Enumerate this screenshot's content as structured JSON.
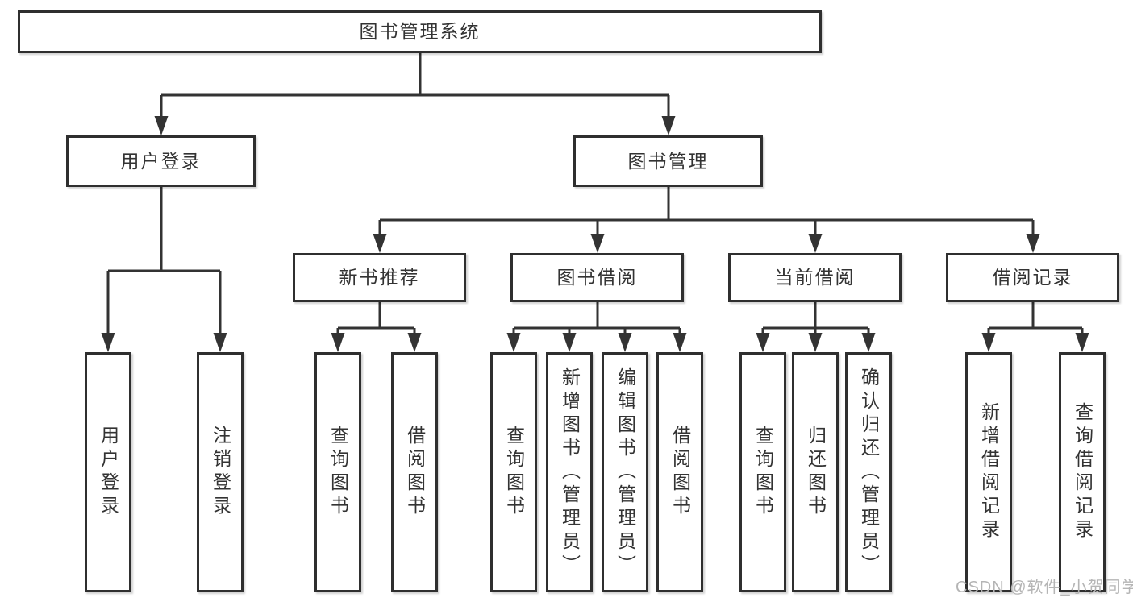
{
  "tree": {
    "label": "图书管理系统",
    "children": [
      {
        "label": "用户登录",
        "children": [
          {
            "label": "用户登录"
          },
          {
            "label": "注销登录"
          }
        ]
      },
      {
        "label": "图书管理",
        "children": [
          {
            "label": "新书推荐",
            "children": [
              {
                "label": "查询图书"
              },
              {
                "label": "借阅图书"
              }
            ]
          },
          {
            "label": "图书借阅",
            "children": [
              {
                "label": "查询图书"
              },
              {
                "label": "新增图书（管理员）"
              },
              {
                "label": "编辑图书（管理员）"
              },
              {
                "label": "借阅图书"
              }
            ]
          },
          {
            "label": "当前借阅",
            "children": [
              {
                "label": "查询图书"
              },
              {
                "label": "归还图书"
              },
              {
                "label": "确认归还（管理员）"
              }
            ]
          },
          {
            "label": "借阅记录",
            "children": [
              {
                "label": "新增借阅记录"
              },
              {
                "label": "查询借阅记录"
              }
            ]
          }
        ]
      }
    ]
  },
  "watermark": {
    "text": "CSDN @软件_小贺同学"
  },
  "colors": {
    "line": "#333333",
    "box_border": "#2f2f2f",
    "text": "#333333",
    "watermark": "#b5b5b5",
    "background": "#ffffff"
  }
}
